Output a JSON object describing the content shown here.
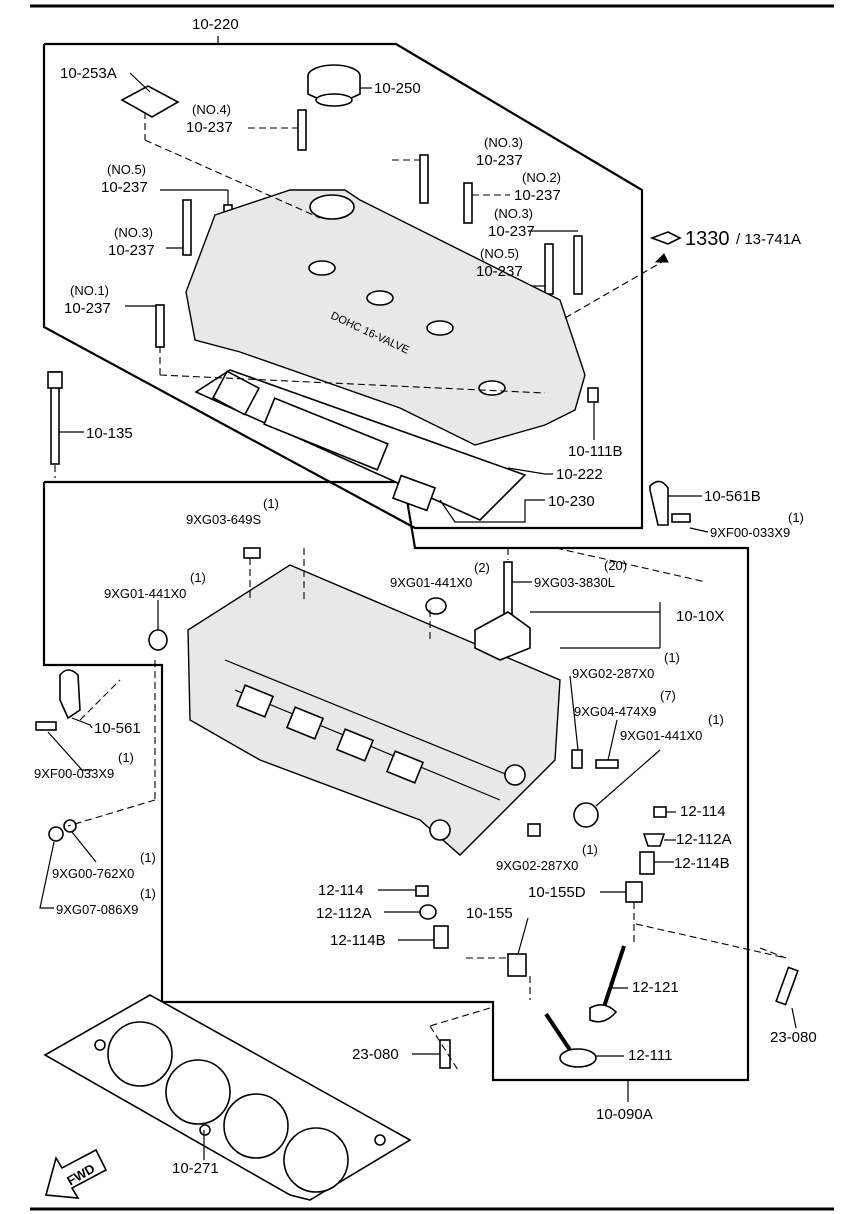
{
  "labels": {
    "l10220": "10-220",
    "l10253A": "10-253A",
    "l10250": "10-250",
    "n4": "(NO.4)",
    "n4p": "10-237",
    "n3a": "(NO.3)",
    "n3ap": "10-237",
    "n2": "(NO.2)",
    "n2p": "10-237",
    "n3b": "(NO.3)",
    "n3bp": "10-237",
    "n5a": "(NO.5)",
    "n5ap": "10-237",
    "n5b": "(NO.5)",
    "n5bp": "10-237",
    "n3c": "(NO.3)",
    "n3cp": "10-237",
    "n1": "(NO.1)",
    "n1p": "10-237",
    "r1330": "1330",
    "r13741A": "/ 13-741A",
    "l10135": "10-135",
    "l10111B": "10-111B",
    "l10222": "10-222",
    "l10230": "10-230",
    "l10561B": "10-561B",
    "q9XF00a": "(1)",
    "l9XF00a": "9XF00-033X9",
    "q9XG03649": "(1)",
    "l9XG03649": "9XG03-649S",
    "q9XG01a": "(1)",
    "l9XG01a": "9XG01-441X0",
    "q9XG01b": "(2)",
    "l9XG01b": "9XG01-441X0",
    "q9XG033830": "(20)",
    "l9XG033830": "9XG03-3830L",
    "l1010X": "10-10X",
    "q9XG02a": "(1)",
    "l9XG02a": "9XG02-287X0",
    "q9XG04": "(7)",
    "l9XG04": "9XG04-474X9",
    "q9XG01c": "(1)",
    "l9XG01c": "9XG01-441X0",
    "l10561": "10-561",
    "q9XF00b": "(1)",
    "l9XF00b": "9XF00-033X9",
    "l12114a": "12-114",
    "l12112Aa": "12-112A",
    "l12114Ba": "12-114B",
    "q9XG00": "(1)",
    "l9XG00": "9XG00-762X0",
    "q9XG07": "(1)",
    "l9XG07": "9XG07-086X9",
    "q9XG02b": "(1)",
    "l9XG02b": "9XG02-287X0",
    "l12114b": "12-114",
    "l12112Ab": "12-112A",
    "l12114Bb": "12-114B",
    "l10155": "10-155",
    "l10155D": "10-155D",
    "l12121": "12-121",
    "l23080a": "23-080",
    "l23080b": "23-080",
    "l12111": "12-111",
    "l10090A": "10-090A",
    "l10271": "10-271",
    "fwd": "FWD"
  }
}
